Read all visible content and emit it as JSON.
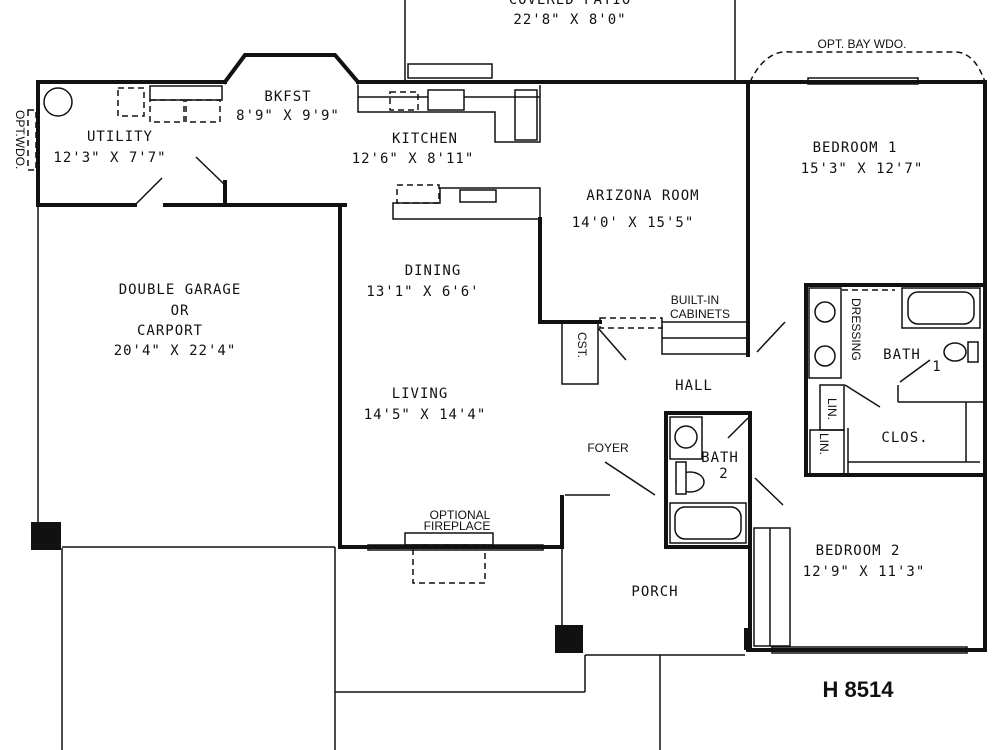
{
  "plan_number": "H 8514",
  "rooms": {
    "covered_patio": {
      "name": "COVERED PATIO",
      "size": "22'8\" X 8'0\""
    },
    "bkfst": {
      "name": "BKFST",
      "size": "8'9\" X 9'9\""
    },
    "utility": {
      "name": "UTILITY",
      "size": "12'3\" X 7'7\""
    },
    "kitchen": {
      "name": "KITCHEN",
      "size": "12'6\" X 8'11\""
    },
    "arizona_room": {
      "name": "ARIZONA ROOM",
      "size": "14'0' X 15'5\""
    },
    "bedroom1": {
      "name": "BEDROOM 1",
      "size": "15'3\" X 12'7\""
    },
    "garage": {
      "line1": "DOUBLE GARAGE",
      "line2": "OR",
      "line3": "CARPORT",
      "size": "20'4\" X 22'4\""
    },
    "dining": {
      "name": "DINING",
      "size": "13'1\" X 6'6'"
    },
    "living": {
      "name": "LIVING",
      "size": "14'5\" X 14'4\""
    },
    "bedroom2": {
      "name": "BEDROOM 2",
      "size": "12'9\" X 11'3\""
    }
  },
  "labels": {
    "opt_bay_wdo": "OPT. BAY WDO.",
    "opt_wdo": "OPT.WDO.",
    "built_in_line1": "BUILT-IN",
    "built_in_line2": "CABINETS",
    "dressing": "DRESSING",
    "bath1": "BATH",
    "bath1_num": "1",
    "hall": "HALL",
    "cst": "CST.",
    "lin1": "LIN.",
    "lin2": "LIN.",
    "clos": "CLOS.",
    "foyer": "FOYER",
    "bath2": "BATH",
    "bath2_num": "2",
    "opt_fp_line1": "OPTIONAL",
    "opt_fp_line2": "FIREPLACE",
    "porch": "PORCH"
  }
}
